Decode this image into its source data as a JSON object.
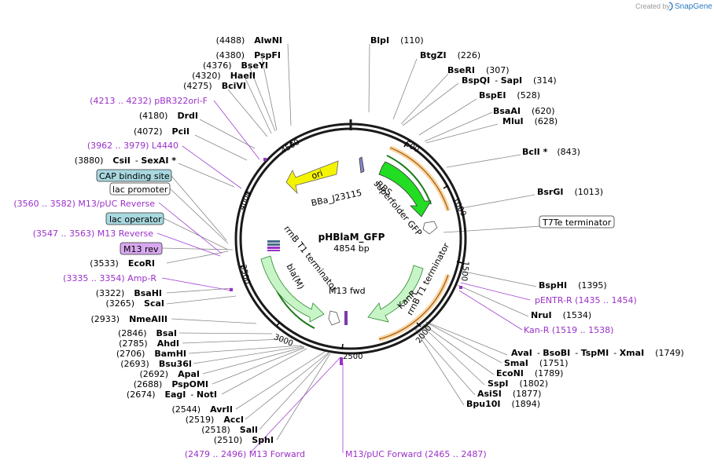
{
  "credit": {
    "prefix": "Created by",
    "brand": "SnapGene"
  },
  "plasmid": {
    "name": "pHBlaM_GFP",
    "size": "4854 bp"
  },
  "ring_ticks": [
    "500",
    "1000",
    "1500",
    "2000",
    "2500",
    "3000",
    "3500",
    "4000",
    "4500"
  ],
  "enzymes_right": [
    {
      "name": "BlpI",
      "pos": "(110)"
    },
    {
      "name": "BtgZI",
      "pos": "(226)"
    },
    {
      "name": "BseRI",
      "pos": "(307)"
    },
    {
      "name": "BspQI",
      "name2": "SapI",
      "pos": "(314)"
    },
    {
      "name": "BspEI",
      "pos": "(528)"
    },
    {
      "name": "BsaAI",
      "pos": "(620)"
    },
    {
      "name": "MluI",
      "pos": "(628)"
    },
    {
      "name": "BclI *",
      "pos": "(843)"
    },
    {
      "name": "BsrGI",
      "pos": "(1013)"
    },
    {
      "name": "BspHI",
      "pos": "(1395)"
    },
    {
      "name": "NruI",
      "pos": "(1534)"
    },
    {
      "name": "AvaI",
      "name2": "BsoBI",
      "name3": "TspMI",
      "name4": "XmaI",
      "pos": "(1749)"
    },
    {
      "name": "SmaI",
      "pos": "(1751)"
    },
    {
      "name": "EcoNI",
      "pos": "(1789)"
    },
    {
      "name": "SspI",
      "pos": "(1802)"
    },
    {
      "name": "AsiSI",
      "pos": "(1877)"
    },
    {
      "name": "Bpu10I",
      "pos": "(1894)"
    }
  ],
  "enzymes_left": [
    {
      "name": "AlwNI",
      "pos": "(4488)"
    },
    {
      "name": "PspFI",
      "pos": "(4380)"
    },
    {
      "name": "BseYI",
      "pos": "(4376)"
    },
    {
      "name": "HaeII",
      "pos": "(4320)"
    },
    {
      "name": "BciVI",
      "pos": "(4275)"
    },
    {
      "name": "DrdI",
      "pos": "(4180)"
    },
    {
      "name": "PciI",
      "pos": "(4072)"
    },
    {
      "name": "CsiI",
      "name2": "SexAI *",
      "pos": "(3880)"
    },
    {
      "name": "EcoRI",
      "pos": "(3533)"
    },
    {
      "name": "BsaHI",
      "pos": "(3322)"
    },
    {
      "name": "ScaI",
      "pos": "(3265)"
    },
    {
      "name": "NmeAIII",
      "pos": "(2933)"
    },
    {
      "name": "BsaI",
      "pos": "(2846)"
    },
    {
      "name": "AhdI",
      "pos": "(2785)"
    },
    {
      "name": "BamHI",
      "pos": "(2706)"
    },
    {
      "name": "Bsu36I",
      "pos": "(2693)"
    },
    {
      "name": "ApaI",
      "pos": "(2692)"
    },
    {
      "name": "PspOMI",
      "pos": "(2688)"
    },
    {
      "name": "EagI",
      "name2": "NotI",
      "pos": "(2674)"
    },
    {
      "name": "AvrII",
      "pos": "(2544)"
    },
    {
      "name": "AccI",
      "pos": "(2519)"
    },
    {
      "name": "SalI",
      "pos": "(2518)"
    },
    {
      "name": "SphI",
      "pos": "(2510)"
    }
  ],
  "primers": {
    "pBR322ori_F": "(4213 .. 4232)  pBR322ori-F",
    "L4440": "(3962 .. 3979)  L4440",
    "M13pUC_Reverse": "(3560 .. 3582)  M13/pUC Reverse",
    "M13_Reverse": "(3547 .. 3563)  M13 Reverse",
    "AmpR_primer": "(3335 .. 3354)  Amp-R",
    "pENTR_R": "pENTR-R    (1435 .. 1454)",
    "KanR_primer": "Kan-R    (1519 .. 1538)",
    "M13_Forward": "(2479 .. 2496)  M13 Forward",
    "M13pUC_Forward": "M13/pUC Forward    (2465 .. 2487)"
  },
  "boxed_features": {
    "cap": "CAP binding site",
    "lac_promoter": "lac promoter",
    "lac_operator": "lac operator",
    "m13_rev": "M13 rev",
    "t7te": "T7Te terminator"
  },
  "inner_features": {
    "ori": "ori",
    "bba": "BBa_J23115",
    "rbs": "RBS",
    "sfgfp": "superfolder GFP",
    "rrnb_right": "rrnB T1 terminator",
    "kanr": "KanR",
    "rrnb_left": "rrnB T1 terminator",
    "blam": "bla(M)",
    "m13fwd": "M13 fwd"
  },
  "colors": {
    "ori": "#f4f400",
    "gfp": "#22dd22",
    "kanr": "#c8f5c8",
    "blam": "#c8f5c8",
    "orf_ring": "#f5a530",
    "primer": "#9b30c8",
    "cap_box": "#a8d8e0",
    "m13rev_box": "#d8a8f0"
  }
}
